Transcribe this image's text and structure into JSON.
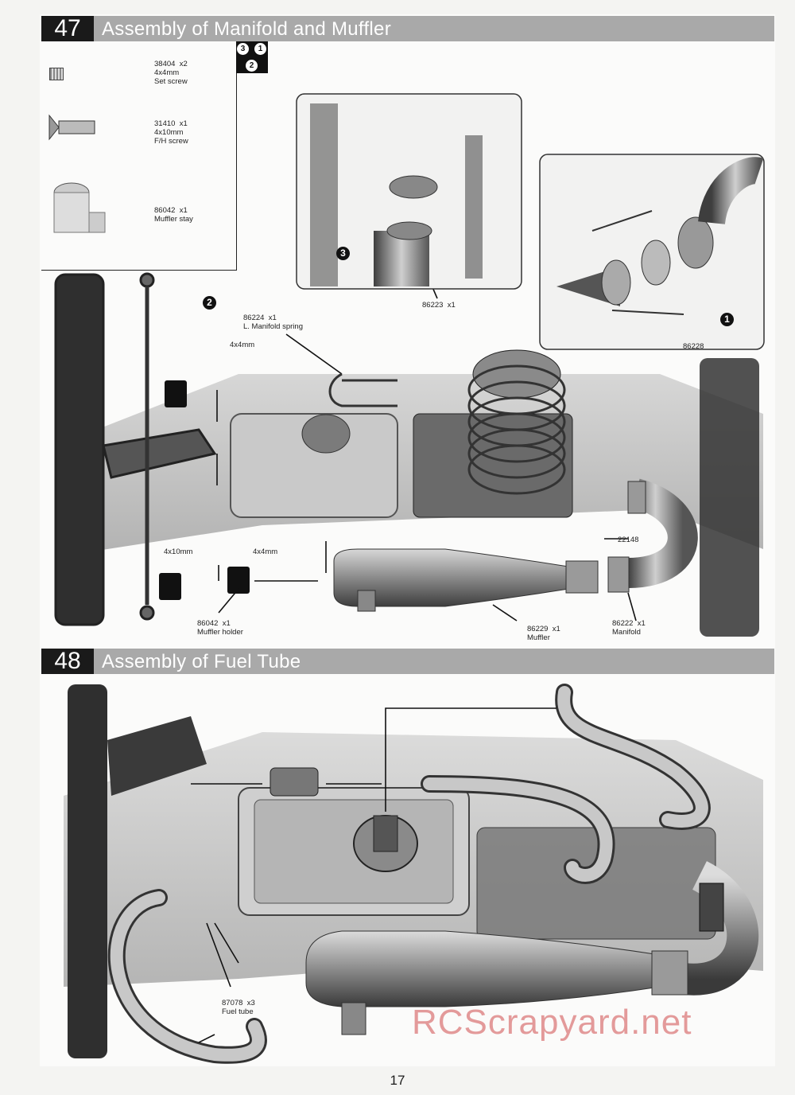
{
  "step47": {
    "number": "47",
    "title": "Assembly of Manifold and Muffler",
    "order_markers": [
      "3",
      "1",
      "2"
    ],
    "parts": [
      {
        "code": "38404",
        "qty": "x2",
        "size": "4x4mm",
        "name": "Set screw"
      },
      {
        "code": "31410",
        "qty": "x1",
        "size": "4x10mm",
        "name": "F/H screw"
      },
      {
        "code": "86042",
        "qty": "x1",
        "name": "Muffler stay"
      }
    ],
    "callouts": {
      "step_marker_2": "2",
      "step_marker_3": "3",
      "step_marker_1": "1",
      "manifold_spring": {
        "code": "86224",
        "qty": "x1",
        "name": "L. Manifold spring"
      },
      "spring_23": {
        "code": "86223",
        "qty": "x1"
      },
      "spring_28": "86228",
      "spring_48": "22148",
      "screw_4x4_top": "4x4mm",
      "screw_4x10": "4x10mm",
      "screw_4x4_bottom": "4x4mm",
      "muffler_holder": {
        "code": "86042",
        "qty": "x1",
        "name": "Muffler holder"
      },
      "muffler": {
        "code": "86229",
        "qty": "x1",
        "name": "Muffler"
      },
      "manifold": {
        "code": "86222",
        "qty": "x1",
        "name": "Manifold"
      }
    }
  },
  "step48": {
    "number": "48",
    "title": "Assembly of Fuel Tube",
    "callouts": {
      "fuel_tube": {
        "code": "87078",
        "qty": "x3",
        "name": "Fuel tube"
      }
    }
  },
  "page_number": "17",
  "watermark": "RCScrapyard.net"
}
